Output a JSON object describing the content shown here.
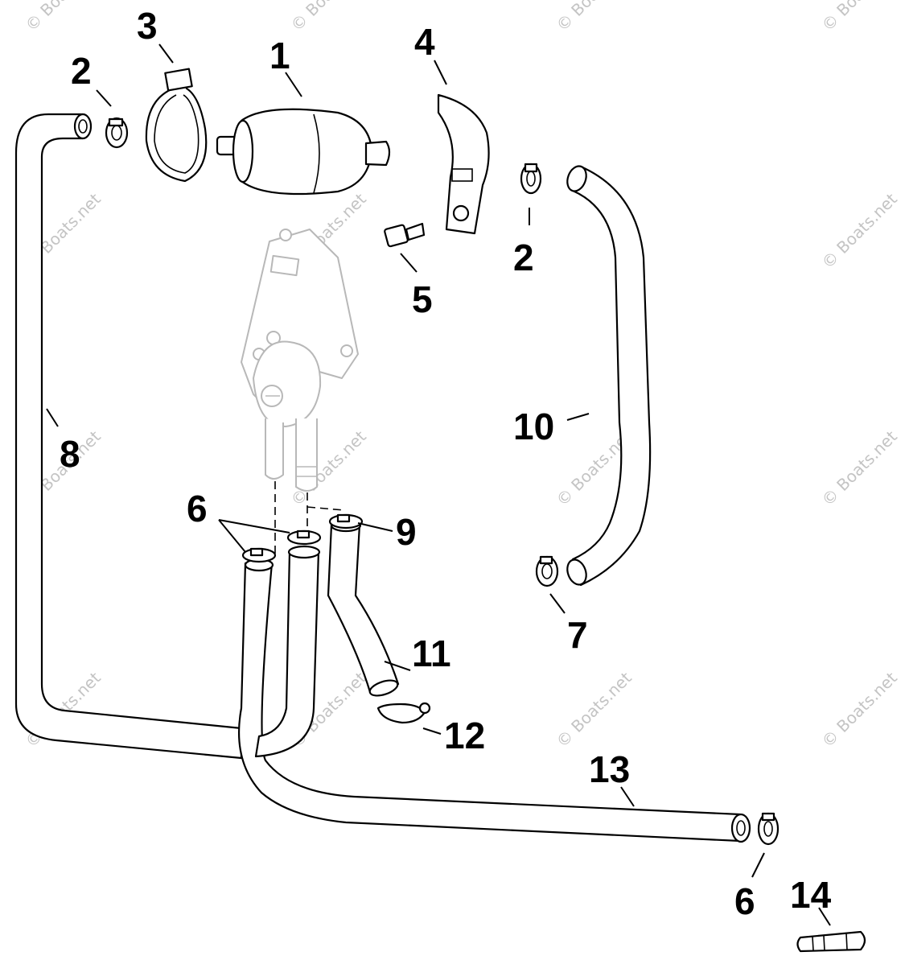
{
  "watermark": "© Boats.net",
  "callouts": {
    "c1": "1",
    "c2a": "2",
    "c2b": "2",
    "c3": "3",
    "c4": "4",
    "c5": "5",
    "c6a": "6",
    "c6b": "6",
    "c7": "7",
    "c8": "8",
    "c9": "9",
    "c10": "10",
    "c11": "11",
    "c12": "12",
    "c13": "13",
    "c14": "14"
  }
}
